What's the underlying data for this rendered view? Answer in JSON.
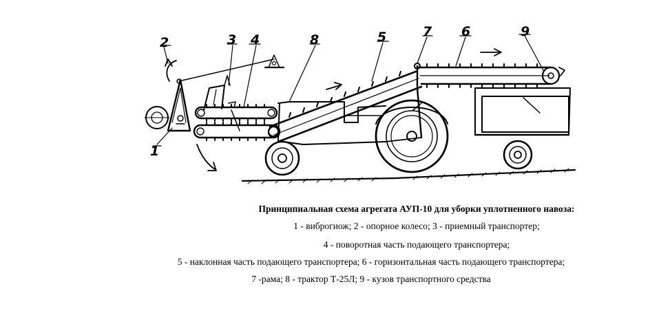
{
  "diagram": {
    "labels": {
      "l1": "1",
      "l2": "2",
      "l3": "3",
      "l4": "4",
      "l5": "5",
      "l6": "6",
      "l7": "7",
      "l8": "8",
      "l9": "9"
    }
  },
  "caption": {
    "title": "Принципиальная схема агрегата АУП-10 для уборки уплотненного навоза:",
    "line1": "1 - виброгиож; 2 - опорное колесо; 3 - приемный транспортер;",
    "line2": "4 - поворотная часть подающего транспортера;",
    "line3": "5 - наклонная часть подающего транспортера; 6 - горизонтальная часть подающего транспортера;",
    "line4": "7 -рама; 8 - трактор Т-25Л; 9 - кузов транспортного средства"
  }
}
